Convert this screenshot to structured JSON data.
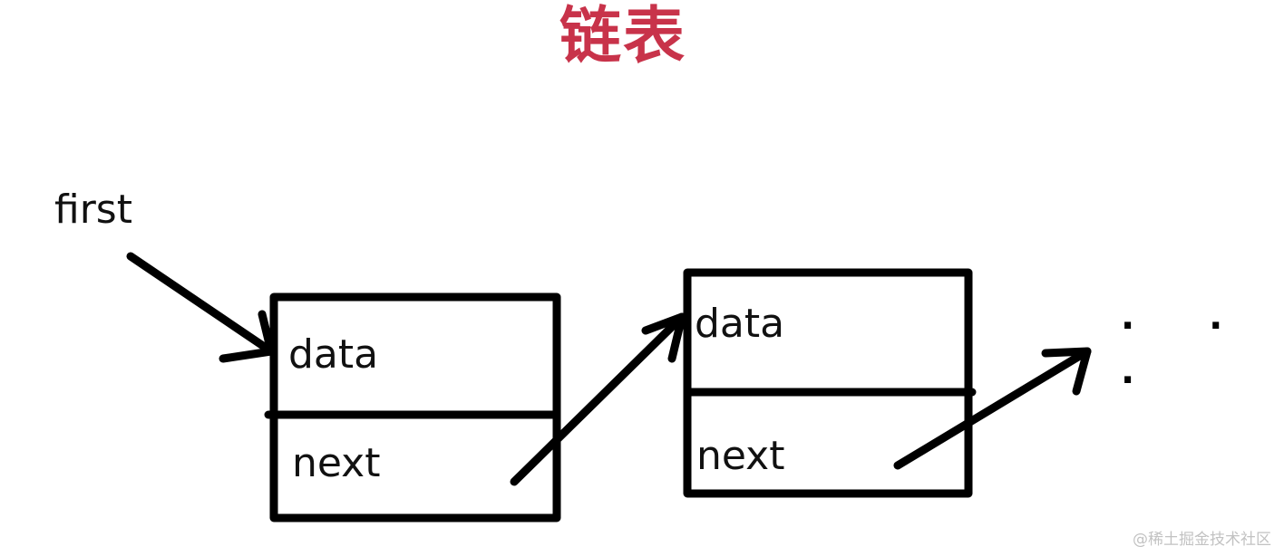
{
  "diagram": {
    "title": "链表",
    "head_pointer_label": "first",
    "nodes": [
      {
        "data_label": "data",
        "next_label": "next"
      },
      {
        "data_label": "data",
        "next_label": "next"
      }
    ],
    "continuation": "· · ·"
  },
  "watermark": "@稀土掘金技术社区",
  "colors": {
    "title": "#c8334a",
    "stroke": "#000000",
    "text": "#111111",
    "watermark": "#c2c2c2",
    "background": "#ffffff"
  }
}
